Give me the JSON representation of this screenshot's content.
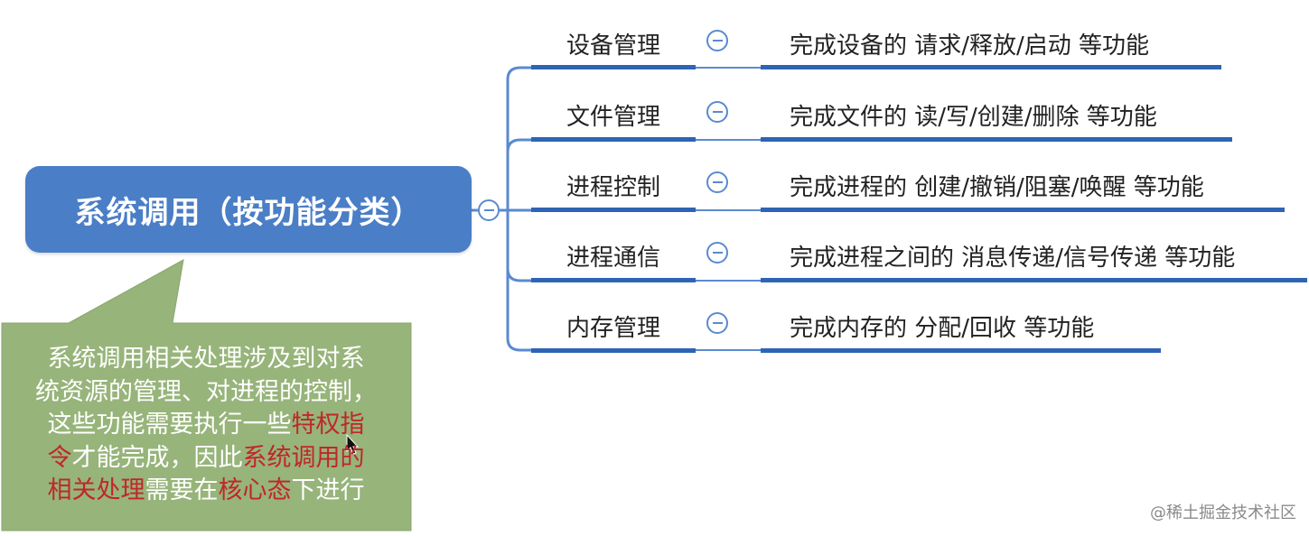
{
  "root": {
    "title": "系统调用（按功能分类）"
  },
  "branches": [
    {
      "label": "设备管理",
      "description": "完成设备的 请求/释放/启动 等功能"
    },
    {
      "label": "文件管理",
      "description": "完成文件的 读/写/创建/删除 等功能"
    },
    {
      "label": "进程控制",
      "description": "完成进程的 创建/撤销/阻塞/唤醒 等功能"
    },
    {
      "label": "进程通信",
      "description": "完成进程之间的 消息传递/信号传递 等功能"
    },
    {
      "label": "内存管理",
      "description": "完成内存的 分配/回收 等功能"
    }
  ],
  "callout": {
    "line1": "系统调用相关处理涉及到对系",
    "line2": "统资源的管理、对进程的控制，",
    "line3a": "这些功能需要执行一些",
    "line3b": "特权指",
    "line4a": "令",
    "line4b": "才能完成，因此",
    "line4c": "系统调用的",
    "line5a": "相关处理",
    "line5b": "需要在",
    "line5c": "核心态",
    "line5d": "下进行"
  },
  "colors": {
    "root_fill": "#4a7ec6",
    "connector": "#5a8ad0",
    "underline": "#2f64b5",
    "callout_fill": "#97b47a",
    "highlight": "#c0262b"
  },
  "watermark": "@稀土掘金技术社区"
}
